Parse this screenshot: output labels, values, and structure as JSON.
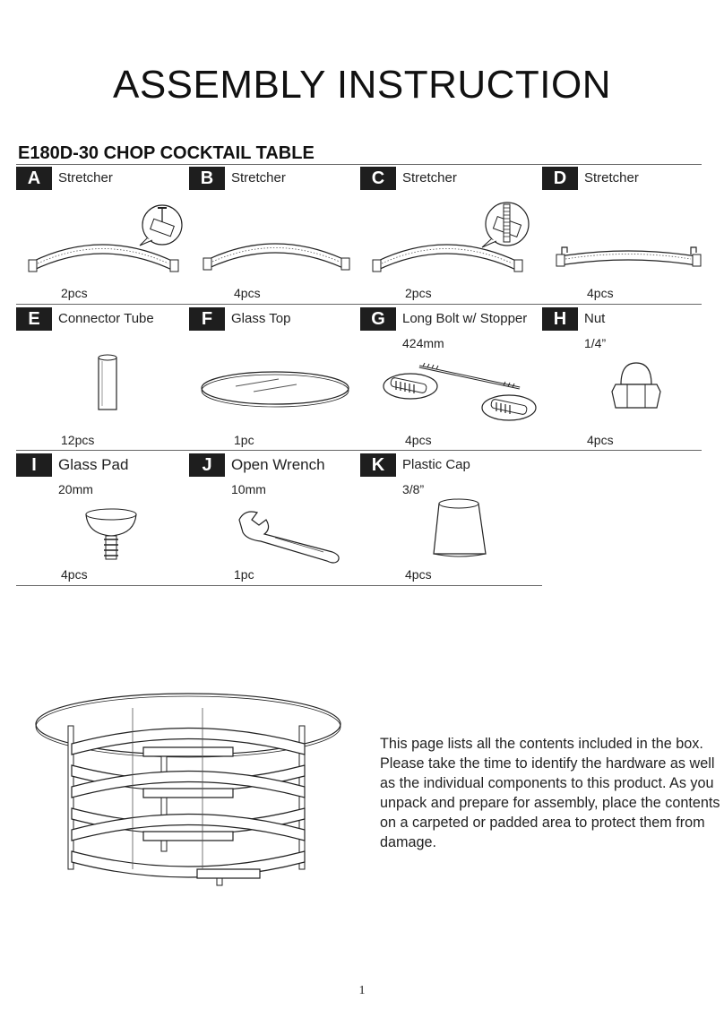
{
  "title": "ASSEMBLY INSTRUCTION",
  "product": "E180D-30 CHOP COCKTAIL TABLE",
  "parts": [
    {
      "id": "A",
      "name": "Stretcher",
      "spec": "",
      "qty": "2pcs",
      "icon": "curved-stretcher-with-screw-detail-icon"
    },
    {
      "id": "B",
      "name": "Stretcher",
      "spec": "",
      "qty": "4pcs",
      "icon": "curved-stretcher-icon"
    },
    {
      "id": "C",
      "name": "Stretcher",
      "spec": "",
      "qty": "2pcs",
      "icon": "curved-stretcher-with-threaded-rod-detail-icon"
    },
    {
      "id": "D",
      "name": "Stretcher",
      "spec": "",
      "qty": "4pcs",
      "icon": "curved-stretcher-with-pegs-icon"
    },
    {
      "id": "E",
      "name": "Connector Tube",
      "spec": "",
      "qty": "12pcs",
      "icon": "connector-tube-icon"
    },
    {
      "id": "F",
      "name": "Glass Top",
      "spec": "",
      "qty": "1pc",
      "icon": "glass-top-icon"
    },
    {
      "id": "G",
      "name": "Long Bolt w/ Stopper",
      "spec": "424mm",
      "qty": "4pcs",
      "icon": "long-bolt-icon"
    },
    {
      "id": "H",
      "name": "Nut",
      "spec": "1/4”",
      "qty": "4pcs",
      "icon": "cap-nut-icon"
    },
    {
      "id": "I",
      "name": "Glass Pad",
      "spec": "20mm",
      "qty": "4pcs",
      "icon": "glass-pad-icon"
    },
    {
      "id": "J",
      "name": "Open Wrench",
      "spec": "10mm",
      "qty": "1pc",
      "icon": "open-wrench-icon"
    },
    {
      "id": "K",
      "name": "Plastic Cap",
      "spec": "3/8”",
      "qty": "4pcs",
      "icon": "plastic-cap-icon"
    }
  ],
  "description": "This page lists all the contents included in the box. Please take the time to identify the hardware as well as the individual components to this product. As you unpack and prepare for assembly, place the contents on a carpeted or padded area to protect them from damage.",
  "page_number": "1"
}
